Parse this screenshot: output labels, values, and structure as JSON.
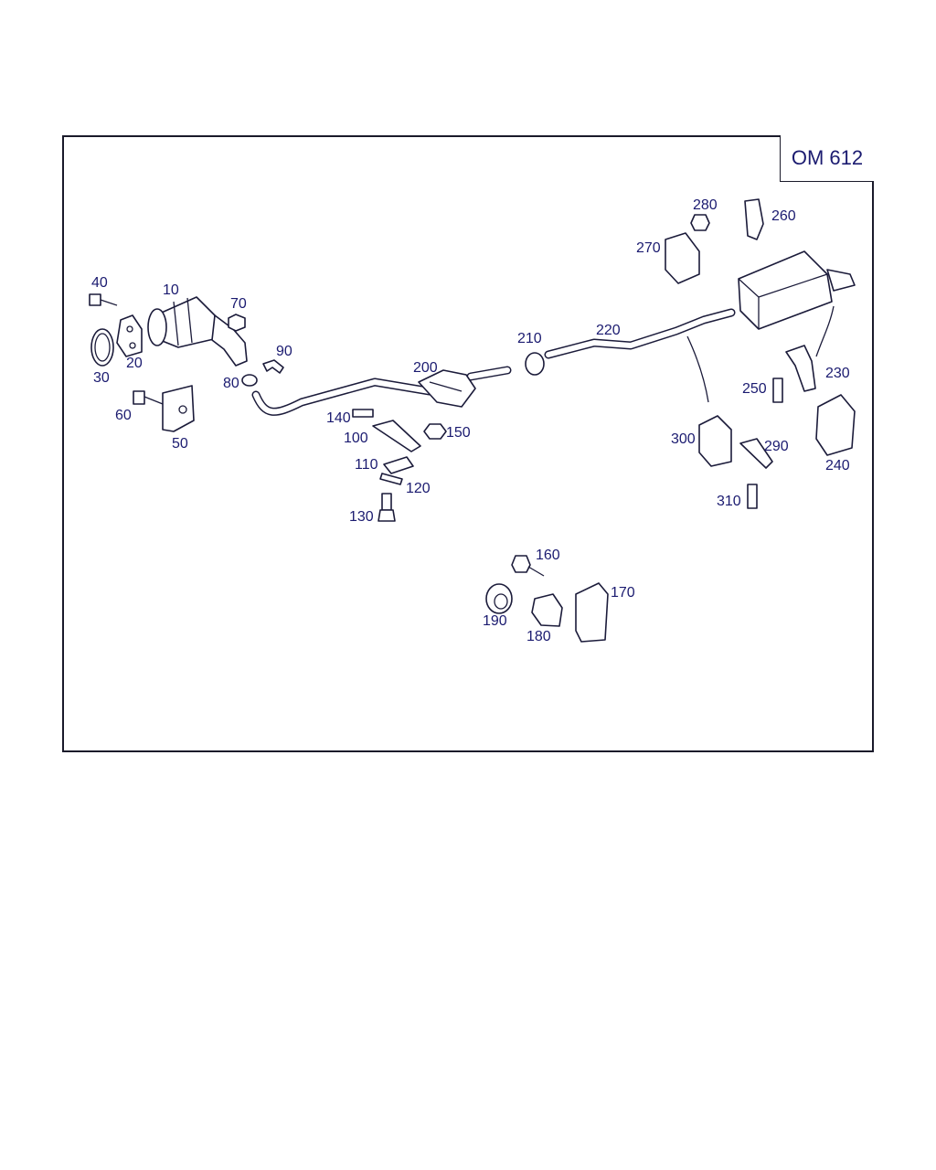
{
  "engine_badge": "OM 612",
  "colors": {
    "frame": "#1a1a2a",
    "label": "#1b1b70",
    "line": "#1b1b3a"
  },
  "labels": [
    "10",
    "20",
    "30",
    "40",
    "50",
    "60",
    "70",
    "80",
    "90",
    "100",
    "110",
    "120",
    "130",
    "140",
    "150",
    "160",
    "170",
    "180",
    "190",
    "200",
    "210",
    "220",
    "230",
    "240",
    "250",
    "260",
    "270",
    "280",
    "290",
    "300",
    "310"
  ]
}
